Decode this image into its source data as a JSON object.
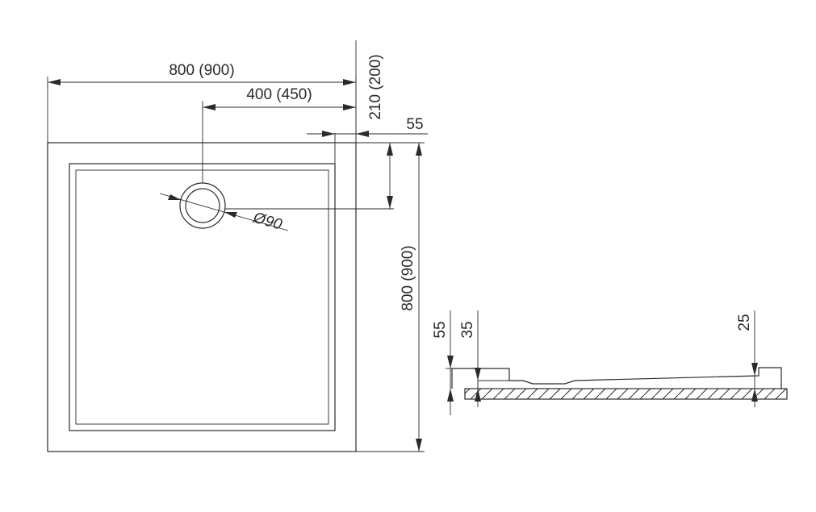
{
  "plan_view": {
    "overall_width_label": "800 (900)",
    "drain_offset_x_label": "400 (450)",
    "drain_offset_y_label": "210 (200)",
    "rim_label": "55",
    "drain_diameter_label": "Ø90",
    "overall_depth_label": "800 (900)"
  },
  "section_view": {
    "total_height_label": "55",
    "inner_height_label": "35",
    "rim_height_label": "25"
  }
}
